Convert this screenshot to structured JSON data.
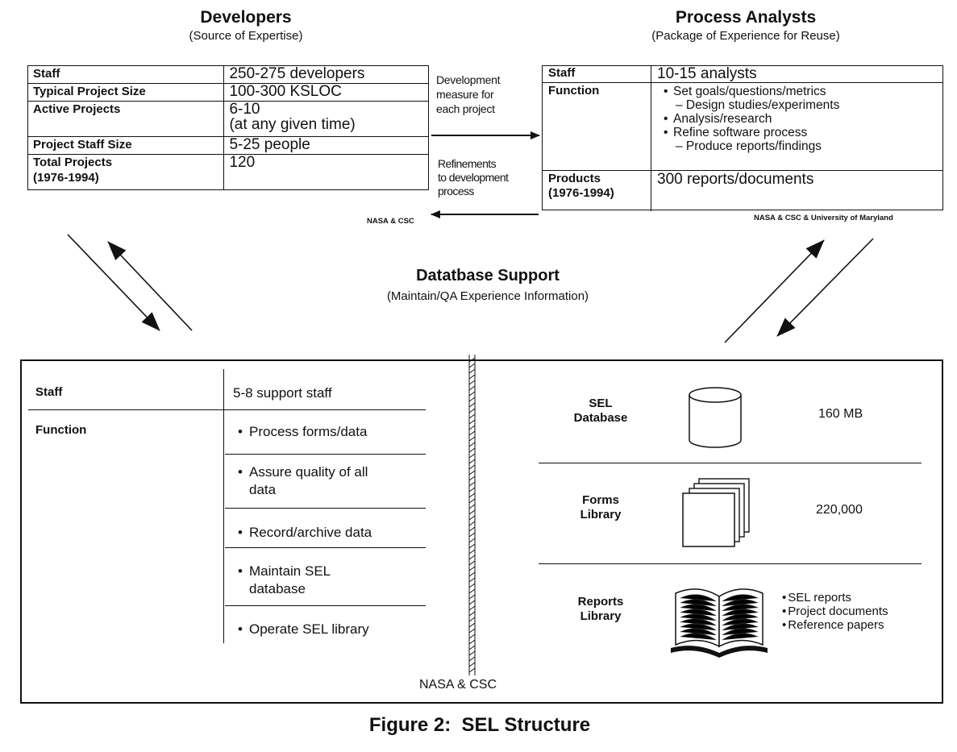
{
  "developers": {
    "title": "Developers",
    "subtitle": "(Source of Expertise)",
    "rows": [
      {
        "label": "Staff",
        "value": "250-275 developers"
      },
      {
        "label": "Typical Project Size",
        "value": "100-300 KSLOC"
      },
      {
        "label": "Active Projects",
        "value": "6-10",
        "value2": "(at any given time)"
      },
      {
        "label": "Project Staff Size",
        "value": "5-25 people"
      },
      {
        "label": "Total Projects",
        "label2": "(1976-1994)",
        "value": "120"
      }
    ],
    "credit": "NASA & CSC"
  },
  "flows": {
    "to_analysts": [
      "Development",
      "measure for",
      "each project"
    ],
    "to_developers": [
      "Refinements",
      "to development",
      "process"
    ]
  },
  "analysts": {
    "title": "Process Analysts",
    "subtitle": "(Package of Experience for Reuse)",
    "staff_label": "Staff",
    "staff_value": "10-15 analysts",
    "function_label": "Function",
    "function_items": [
      {
        "text": "Set goals/questions/metrics",
        "bullet": true
      },
      {
        "text": "– Design studies/experiments",
        "bullet": false
      },
      {
        "text": "Analysis/research",
        "bullet": true
      },
      {
        "text": "Refine software process",
        "bullet": true
      },
      {
        "text": "– Produce reports/findings",
        "bullet": false
      }
    ],
    "products_label": "Products",
    "products_label2": "(1976-1994)",
    "products_value": "300 reports/documents",
    "credit": "NASA & CSC & University of Maryland"
  },
  "database_support": {
    "title": "Datatbase Support",
    "subtitle": "(Maintain/QA Experience Information)",
    "staff_label": "Staff",
    "staff_value": "5-8 support staff",
    "function_label": "Function",
    "functions": [
      "Process forms/data",
      "Assure quality of all",
      "data",
      "Record/archive data",
      "Maintain SEL",
      "database",
      "Operate SEL library"
    ],
    "credit": "NASA & CSC"
  },
  "libraries": {
    "database": {
      "label1": "SEL",
      "label2": "Database",
      "amount": "160 MB",
      "icon": "database-cylinder-icon"
    },
    "forms": {
      "label1": "Forms",
      "label2": "Library",
      "amount": "220,000",
      "icon": "stacked-forms-icon"
    },
    "reports": {
      "label1": "Reports",
      "label2": "Library",
      "items": [
        "SEL reports",
        "Project documents",
        "Reference papers"
      ],
      "icon": "open-book-icon"
    }
  },
  "caption": "Figure 2:  SEL Structure"
}
